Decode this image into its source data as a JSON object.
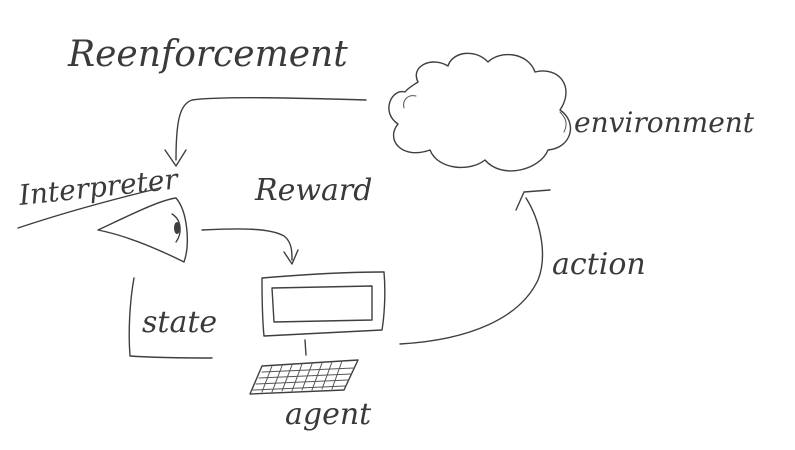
{
  "title": "Reenforcement",
  "labels": {
    "environment": "environment",
    "interpreter": "Interpreter",
    "reward": "Reward",
    "state": "state",
    "action": "action",
    "agent": "agent"
  },
  "colors": {
    "ink": "#3f3f3f",
    "background": "#ffffff"
  },
  "icons": [
    "cloud-icon",
    "eye-icon",
    "computer-icon",
    "keyboard-icon"
  ]
}
